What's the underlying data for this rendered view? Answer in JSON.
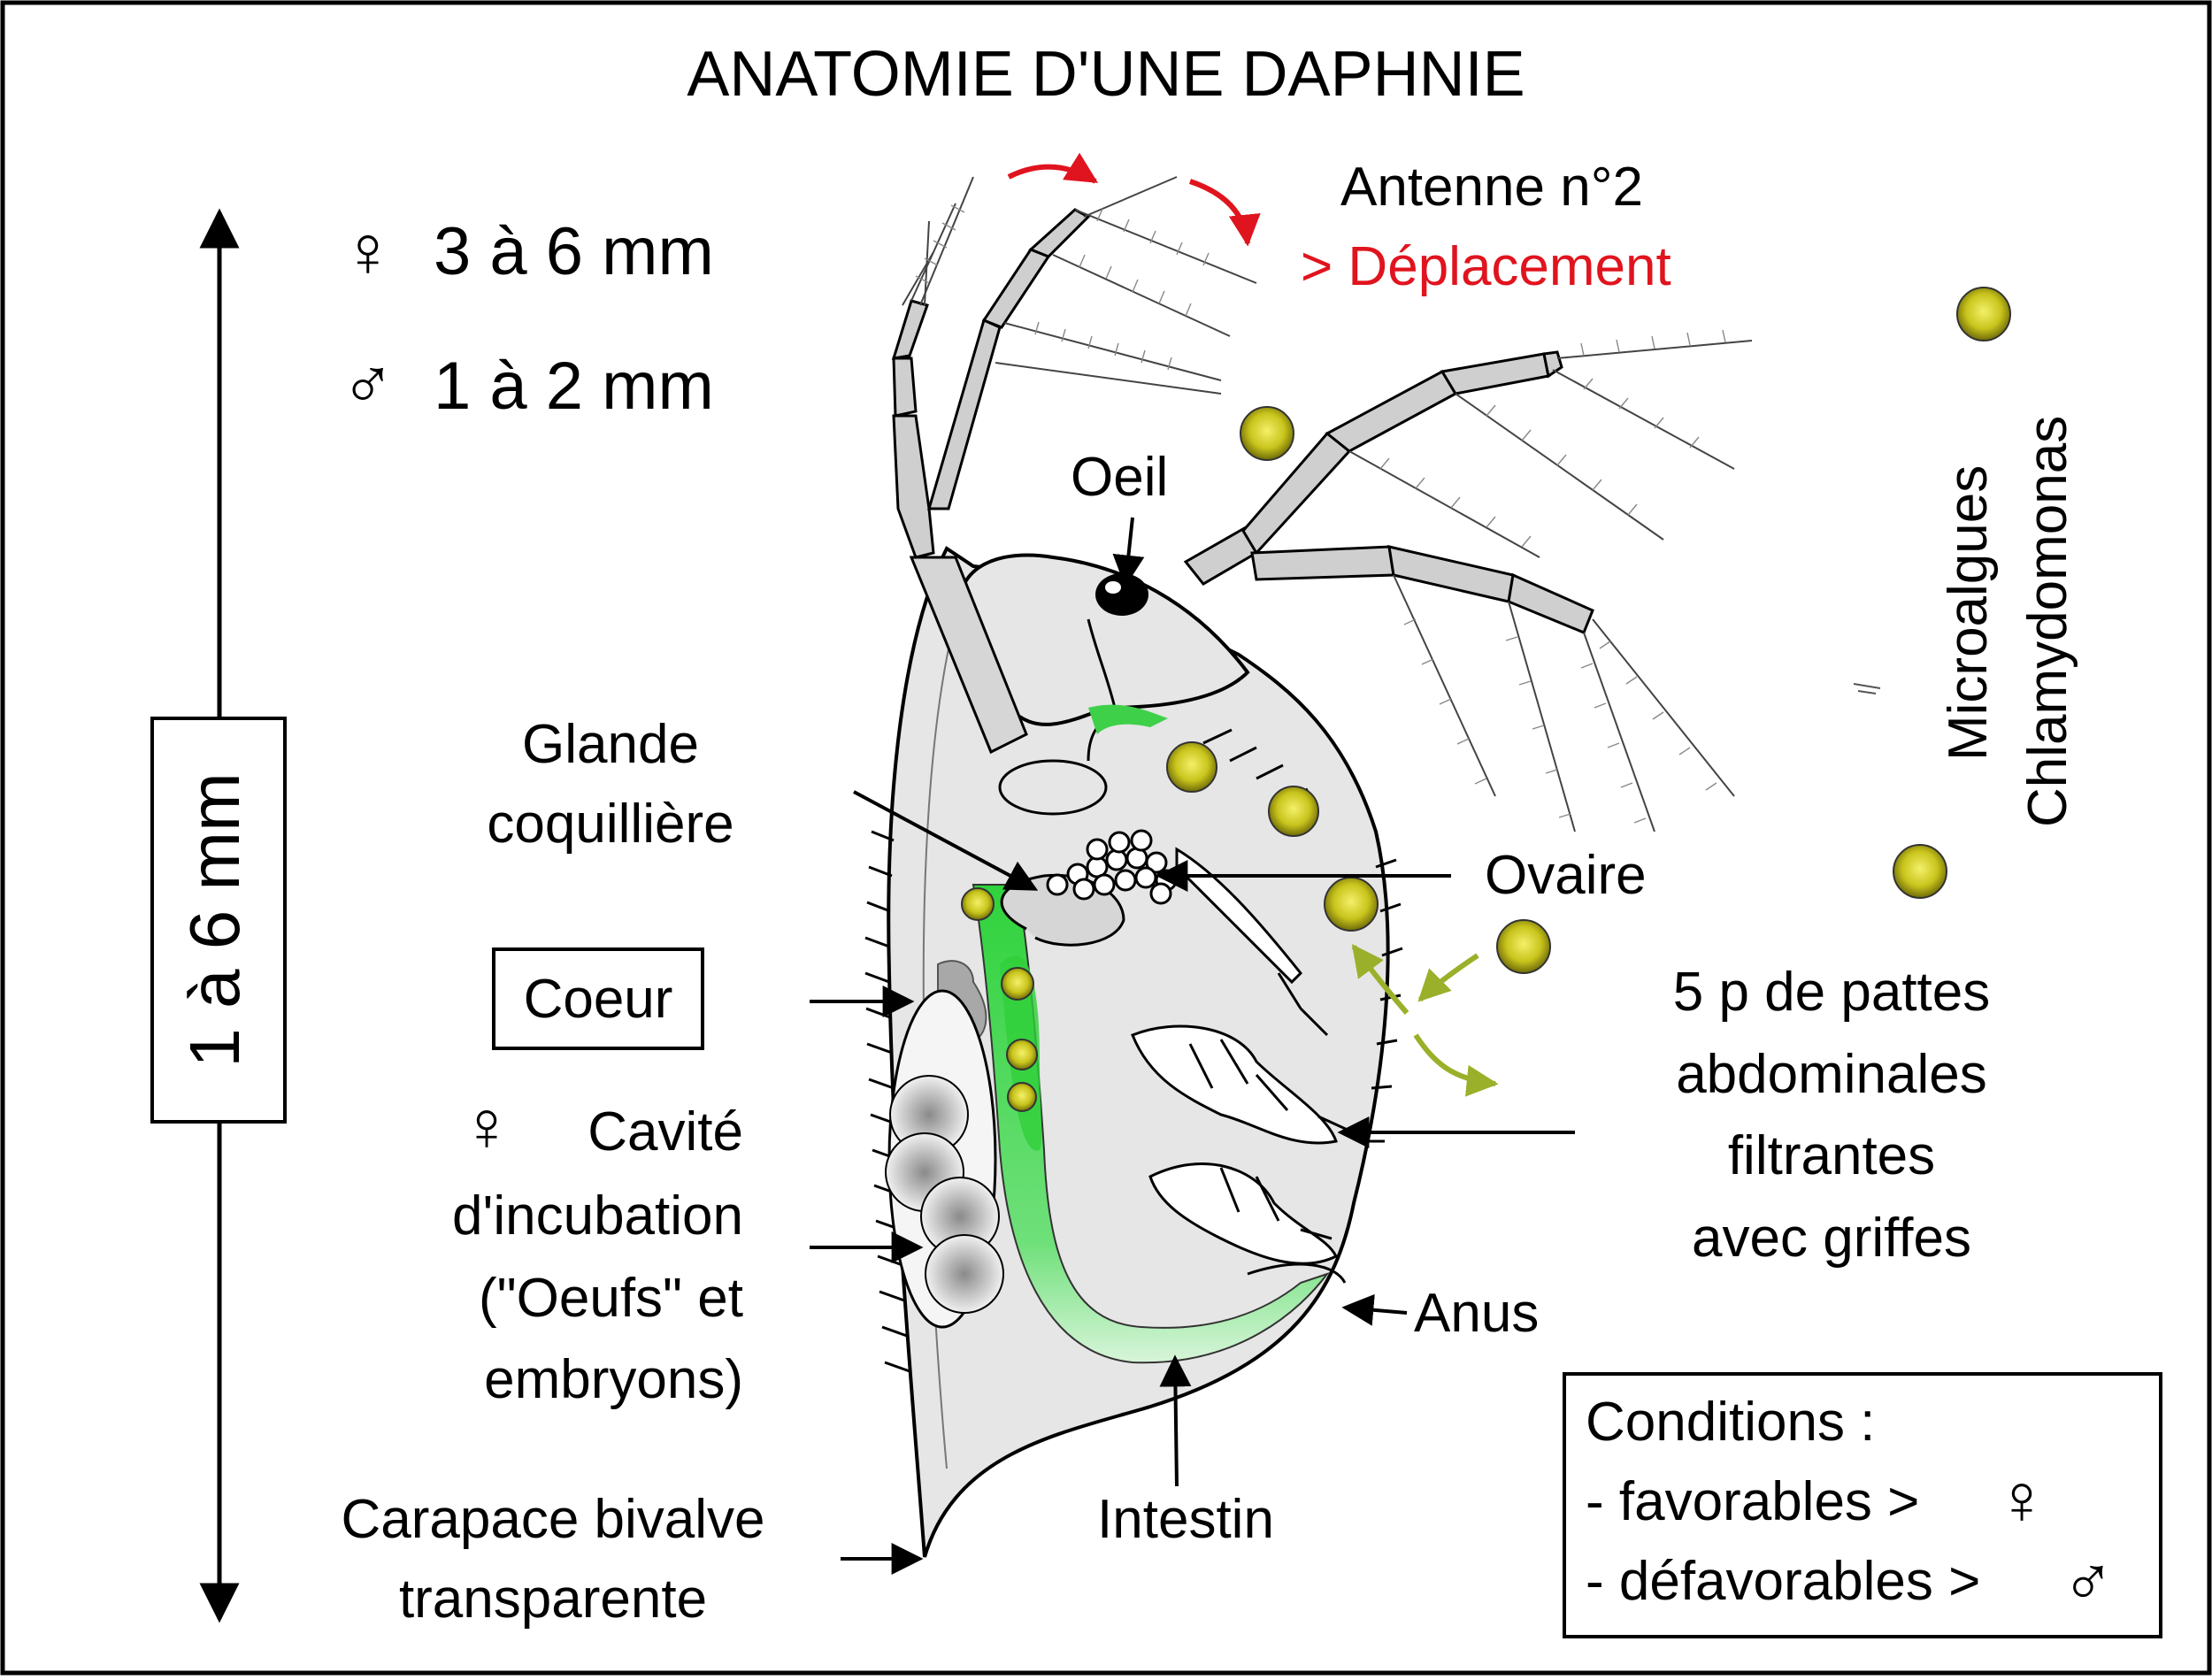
{
  "title": "ANATOMIE D'UNE DAPHNIE",
  "sizes": {
    "female": "3 à 6 mm",
    "male": "1 à 2 mm",
    "scale_bar": "1 à 6 mm",
    "female_symbol": "♀",
    "male_symbol": "♂"
  },
  "antenna": {
    "label": "Antenne n°2",
    "function": "> Déplacement"
  },
  "labels": {
    "eye": "Oeil",
    "shell_gland_1": "Glande",
    "shell_gland_2": "coquillière",
    "heart": "Coeur",
    "brood_1": "Cavité",
    "brood_2": "d'incubation",
    "brood_3": "(\"Oeufs\" et",
    "brood_4": "embryons)",
    "carapace_1": "Carapace bivalve",
    "carapace_2": "transparente",
    "ovary": "Ovaire",
    "legs_1": "5 p de pattes",
    "legs_2": "abdominales",
    "legs_3": "filtrantes",
    "legs_4": "avec griffes",
    "anus": "Anus",
    "intestine": "Intestin",
    "algae_1": "Microalgues",
    "algae_2": "Chlamydomonas"
  },
  "conditions": {
    "heading": "Conditions :",
    "favorable": "- favorables >",
    "unfavorable": "- défavorables >"
  },
  "colors": {
    "accent_red": "#e0141e",
    "algae": "#c8c41c",
    "gut_green": "#3fd04a",
    "body_grey": "#e6e6e6",
    "limb_grey": "#cfcfcf",
    "flow_arrow": "#9ab02a"
  }
}
